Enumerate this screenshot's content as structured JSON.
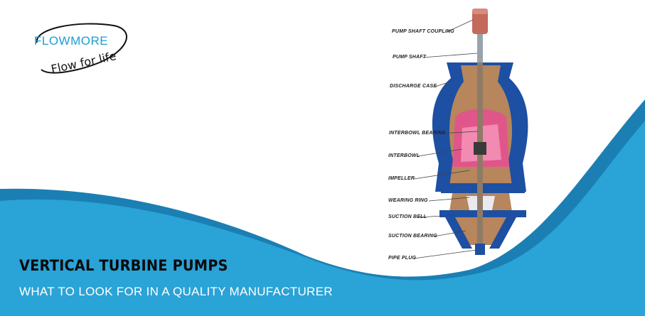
{
  "logo": {
    "brand": "FLOWMORE",
    "tagline": "Flow for life"
  },
  "headline": {
    "title": "VERTICAL TURBINE PUMPS",
    "subtitle": "WHAT TO LOOK FOR IN A QUALITY MANUFACTURER"
  },
  "diagram": {
    "labels": [
      "PUMP SHAFT COUPLING",
      "PUMP SHAFT",
      "DISCHARGE CASE",
      "INTERBOWL BEARING",
      "INTERBOWL",
      "IMPELLER",
      "WEARING RING",
      "SUCTION BELL",
      "SUCTION BEARING",
      "PIPE PLUG"
    ]
  },
  "colors": {
    "wave_dark": "#1b7fb3",
    "wave_light": "#2aa3d7",
    "brand_blue": "#1f9bd1",
    "casing_blue": "#1d4fa3",
    "bronze": "#b7865c",
    "impeller_pink": "#e0568a"
  }
}
